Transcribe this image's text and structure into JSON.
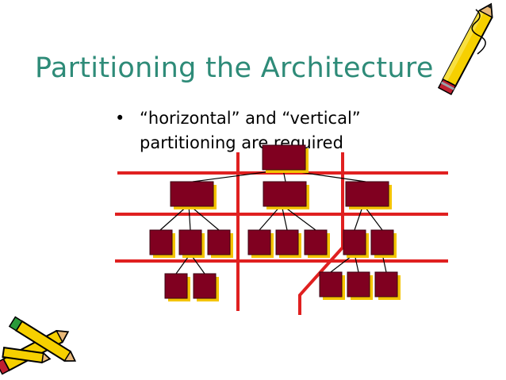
{
  "slide": {
    "title": "Partitioning the Architecture",
    "bullets": [
      {
        "marker": "•",
        "line1": "“horizontal” and “vertical”",
        "line2": "partitioning are required"
      }
    ]
  },
  "colors": {
    "title": "#2e8b78",
    "box_fill": "#800020",
    "box_shadow": "#f4c400",
    "partition_line": "#e02020",
    "connector": "#000000"
  },
  "icons": [
    "pencil-icon-top-right",
    "pencil-icons-bottom-left"
  ]
}
